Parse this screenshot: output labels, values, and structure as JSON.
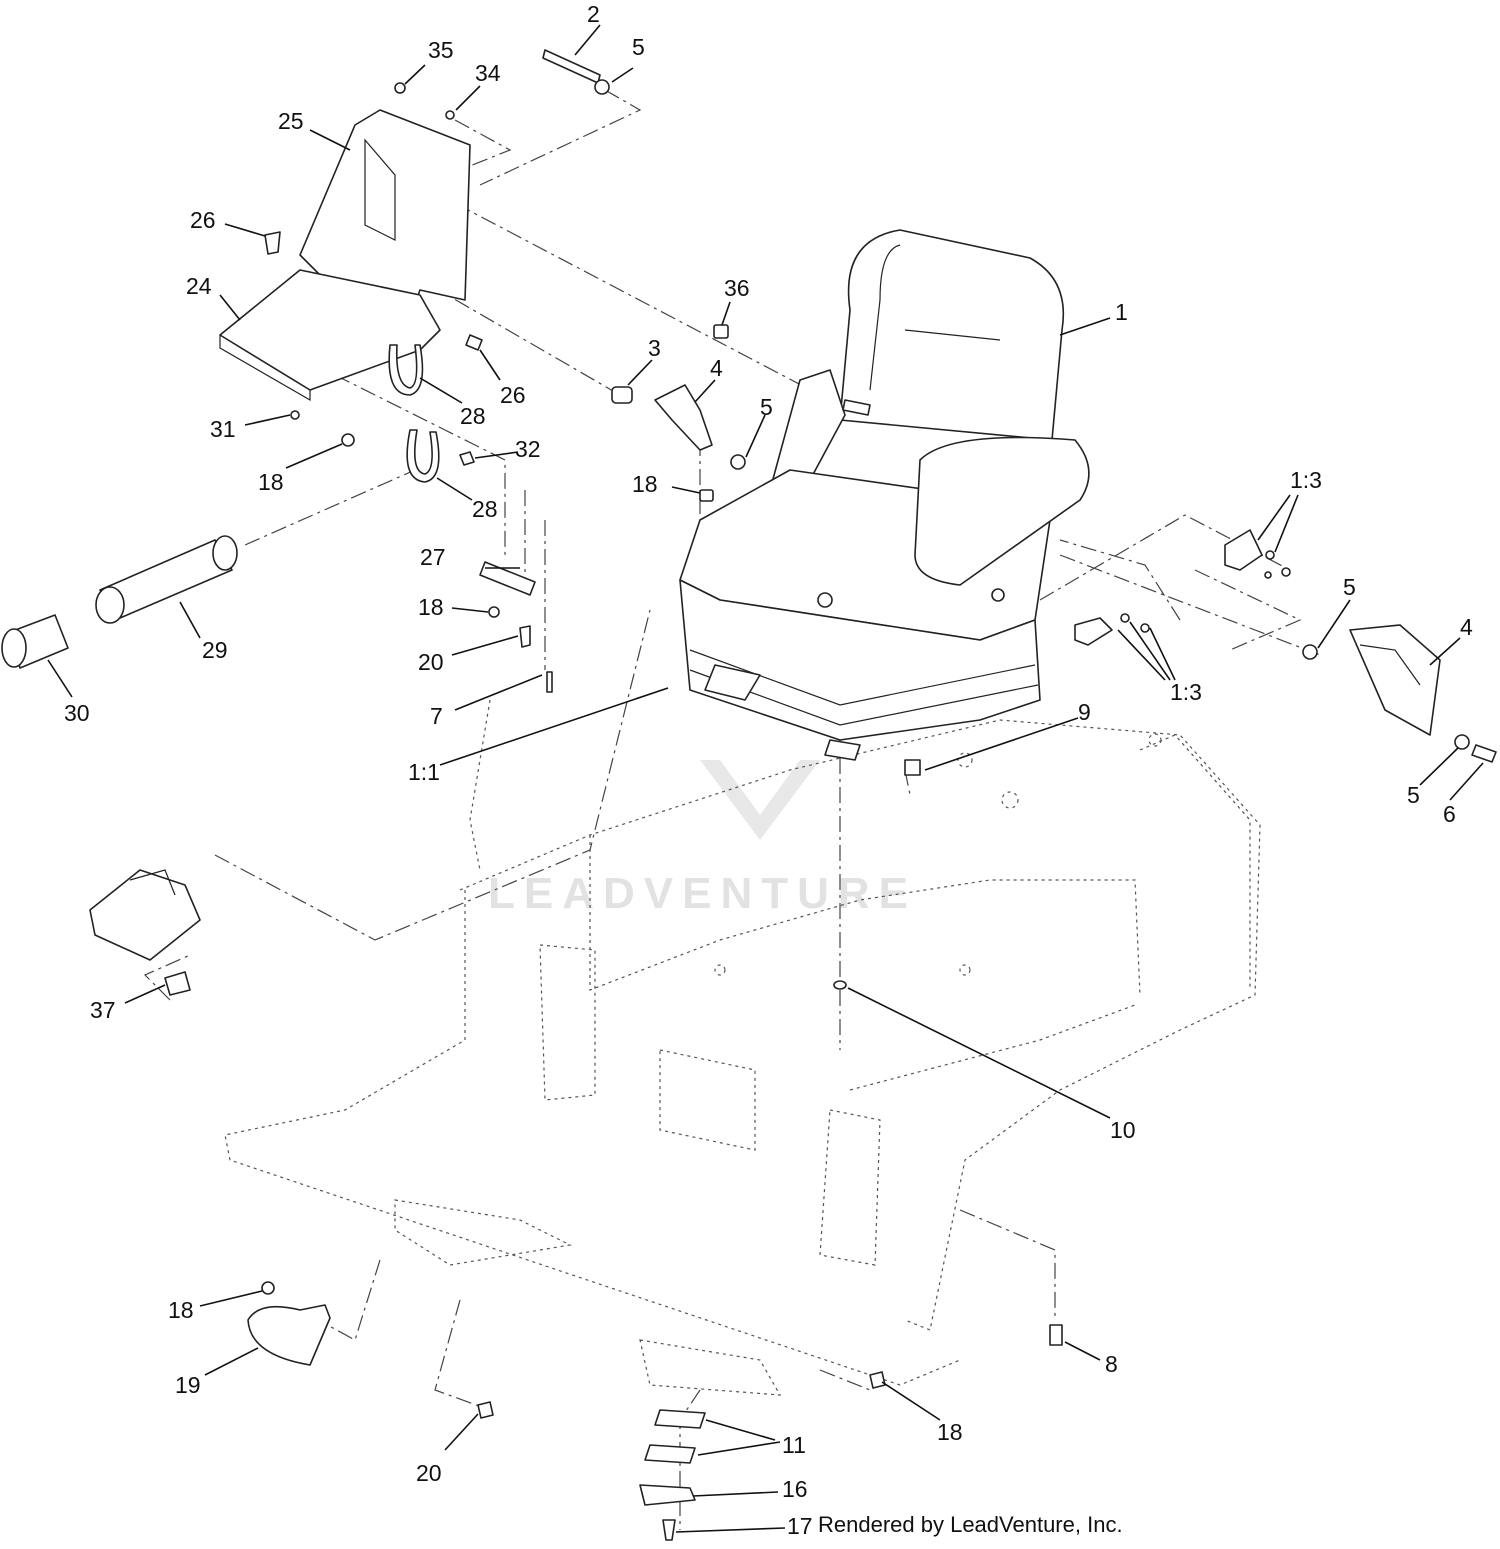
{
  "watermark": {
    "text": "LEADVENTURE"
  },
  "credit": "Rendered by LeadVenture, Inc.",
  "callouts": [
    {
      "id": "c1",
      "label": "1"
    },
    {
      "id": "c1-1",
      "label": "1:1"
    },
    {
      "id": "c1-3a",
      "label": "1:3"
    },
    {
      "id": "c1-3b",
      "label": "1:3"
    },
    {
      "id": "c2",
      "label": "2"
    },
    {
      "id": "c3",
      "label": "3"
    },
    {
      "id": "c4a",
      "label": "4"
    },
    {
      "id": "c4b",
      "label": "4"
    },
    {
      "id": "c5a",
      "label": "5"
    },
    {
      "id": "c5b",
      "label": "5"
    },
    {
      "id": "c5c",
      "label": "5"
    },
    {
      "id": "c5d",
      "label": "5"
    },
    {
      "id": "c6",
      "label": "6"
    },
    {
      "id": "c7",
      "label": "7"
    },
    {
      "id": "c8",
      "label": "8"
    },
    {
      "id": "c9",
      "label": "9"
    },
    {
      "id": "c10",
      "label": "10"
    },
    {
      "id": "c11",
      "label": "11"
    },
    {
      "id": "c16",
      "label": "16"
    },
    {
      "id": "c17",
      "label": "17"
    },
    {
      "id": "c18a",
      "label": "18"
    },
    {
      "id": "c18b",
      "label": "18"
    },
    {
      "id": "c18c",
      "label": "18"
    },
    {
      "id": "c18d",
      "label": "18"
    },
    {
      "id": "c18e",
      "label": "18"
    },
    {
      "id": "c19",
      "label": "19"
    },
    {
      "id": "c20a",
      "label": "20"
    },
    {
      "id": "c20b",
      "label": "20"
    },
    {
      "id": "c24",
      "label": "24"
    },
    {
      "id": "c25",
      "label": "25"
    },
    {
      "id": "c26a",
      "label": "26"
    },
    {
      "id": "c26b",
      "label": "26"
    },
    {
      "id": "c27",
      "label": "27"
    },
    {
      "id": "c28a",
      "label": "28"
    },
    {
      "id": "c28b",
      "label": "28"
    },
    {
      "id": "c29",
      "label": "29"
    },
    {
      "id": "c30",
      "label": "30"
    },
    {
      "id": "c31",
      "label": "31"
    },
    {
      "id": "c32",
      "label": "32"
    },
    {
      "id": "c34",
      "label": "34"
    },
    {
      "id": "c35",
      "label": "35"
    },
    {
      "id": "c36",
      "label": "36"
    },
    {
      "id": "c37",
      "label": "37"
    }
  ]
}
